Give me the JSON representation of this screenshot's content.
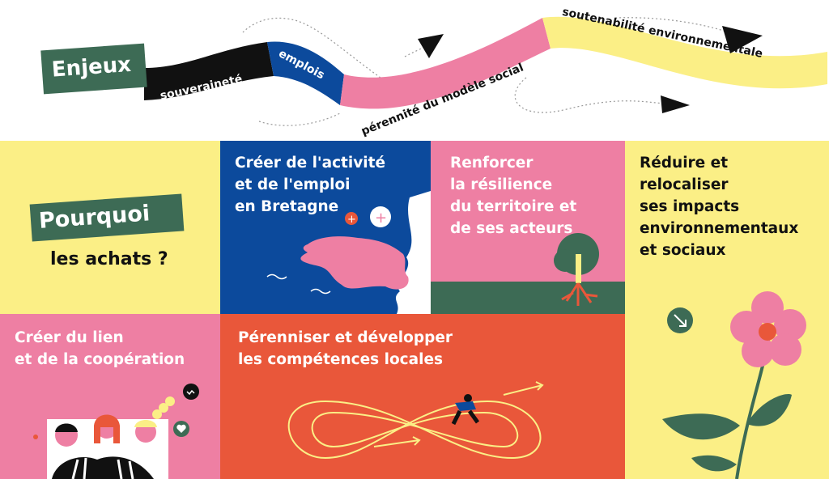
{
  "banner": {
    "title": "Enjeux",
    "segments": [
      "souveraineté",
      "emplois",
      "pérennité du modèle social",
      "soutenabilité environnementale"
    ]
  },
  "question": {
    "highlight": "Pourquoi",
    "rest": "les achats ?"
  },
  "panels": [
    {
      "text": "Créer de l'activité\net de l'emploi\nen Bretagne"
    },
    {
      "text": "Renforcer\nla résilience\ndu territoire et\nde ses acteurs"
    },
    {
      "text": "Réduire et\nrelocaliser\nses impacts\nenvironnementaux\net sociaux"
    },
    {
      "text": "Créer du lien\net de la coopération"
    },
    {
      "text": "Pérenniser et développer\nles compétences locales"
    }
  ],
  "colors": {
    "yellow": "#fbef86",
    "blue": "#0c4a9c",
    "pink": "#ee7fa3",
    "green": "#3d6b55",
    "orange": "#e9573a",
    "black": "#111111",
    "white": "#ffffff"
  }
}
